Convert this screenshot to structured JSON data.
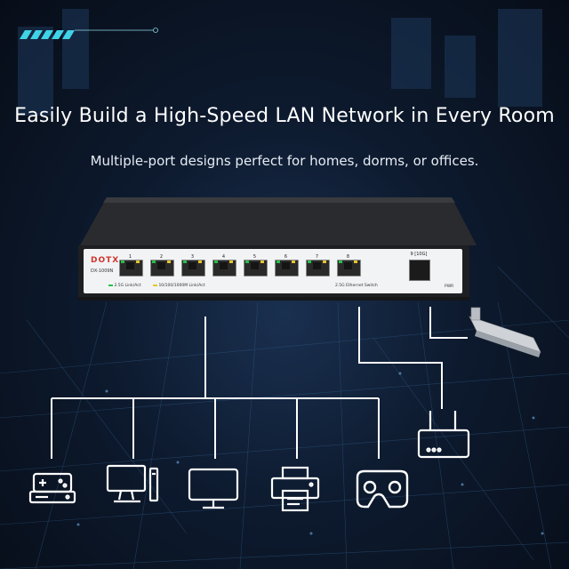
{
  "headline": "Easily Build a High-Speed LAN Network in Every Room",
  "subheadline": "Multiple-port designs perfect for homes, dorms, or offices.",
  "switch": {
    "brand": "DOTX",
    "model": "DX-1009N",
    "ports": [
      "1",
      "2",
      "3",
      "4",
      "5",
      "6",
      "7",
      "8"
    ],
    "sfp_label": "9 [10G]",
    "legend_link": "2.5G Link/Act",
    "legend_speed": "10/100/1000M Link/Act",
    "legend_type": "2.5G Ethernet Switch",
    "pwr_label": "PWR"
  },
  "devices": [
    {
      "icon": "game-console-icon"
    },
    {
      "icon": "desktop-computer-icon"
    },
    {
      "icon": "monitor-icon"
    },
    {
      "icon": "printer-icon"
    },
    {
      "icon": "vr-headset-icon"
    },
    {
      "icon": "router-icon"
    },
    {
      "icon": "sfp-module-icon"
    }
  ],
  "colors": {
    "background": "#0d1a2e",
    "accent": "#40d2e6",
    "led_green": "#27c14a",
    "led_yellow": "#e6c52a",
    "brand_red": "#d0342c"
  }
}
